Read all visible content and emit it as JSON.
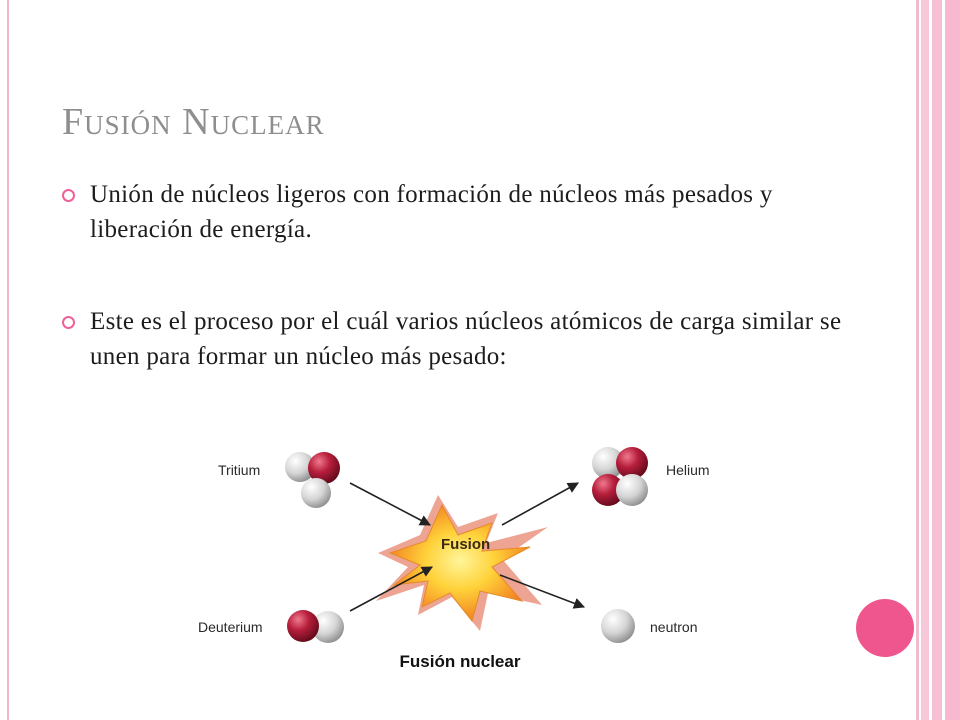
{
  "slide": {
    "title": "Fusión Nuclear",
    "bullets": [
      "Unión de núcleos ligeros con formación de núcleos más pesados y liberación de energía.",
      "Este es el proceso por el cuál varios núcleos atómicos de carga similar se unen para formar un núcleo más pesado:"
    ]
  },
  "diagram": {
    "labels": {
      "tritium": "Tritium",
      "deuterium": "Deuterium",
      "fusion": "Fusion",
      "helium": "Helium",
      "neutron": "neutron"
    },
    "caption": "Fusión nuclear"
  },
  "colors": {
    "title": "#8e8e8e",
    "bullet_mark": "#f0609a",
    "proton": "#b0203a",
    "neutron": "#d8d8d8",
    "accent_dot": "#f0568e"
  }
}
